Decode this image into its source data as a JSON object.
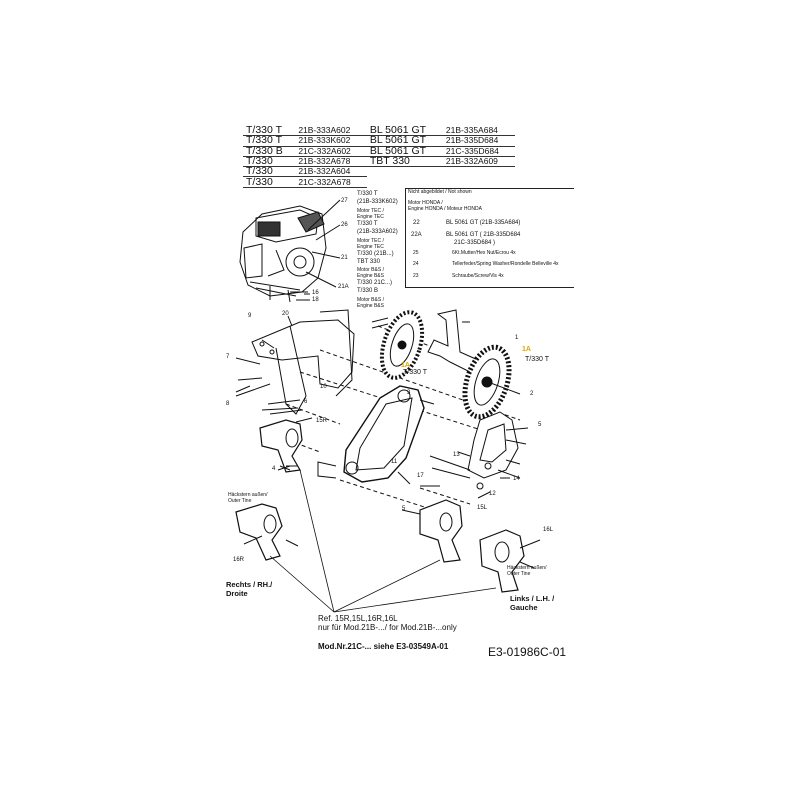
{
  "model_table": [
    {
      "model1": "T/330 T",
      "code1": "21B-333A602",
      "model2": "BL 5061 GT",
      "code2": "21B-335A684"
    },
    {
      "model1": "T/330 T",
      "code1": "21B-333K602",
      "model2": "BL 5061 GT",
      "code2": "21B-335D684"
    },
    {
      "model1": "T/330 B",
      "code1": "21C-332A602",
      "model2": "BL 5061 GT",
      "code2": "21C-335D684"
    },
    {
      "model1": "T/330",
      "code1": "21B-332A678",
      "model2": "TBT 330",
      "code2": "21B-332A609"
    },
    {
      "model1": "T/330",
      "code1": "21B-332A604",
      "model2": "",
      "code2": ""
    },
    {
      "model1": "T/330",
      "code1": "21C-332A678",
      "model2": "",
      "code2": ""
    }
  ],
  "not_shown": {
    "title": "Nicht abgebildet / Not shown",
    "motor_label_1": "Motor HONDA /",
    "motor_label_2": "Engine HONDA / Moteur HONDA",
    "rows": [
      {
        "ref": "22",
        "text": "BL 5061 GT (21B-335A684)"
      },
      {
        "ref": "22A",
        "text": "BL 5061 GT ( 21B-335D684"
      },
      {
        "ref": "",
        "text": "21C-335D684 )"
      },
      {
        "ref": "25",
        "text": "6Kt.Mutter/Hex Nut/Ecrou  4x"
      },
      {
        "ref": "24",
        "text": "Tellerfeder/Spring Washer/Rondelle Belleville  4x"
      },
      {
        "ref": "23",
        "text": "Schraube/Screw/Vis  4x"
      }
    ]
  },
  "engine_refs": [
    {
      "ref": "27",
      "lines": [
        "T/330 T",
        "(21B-333K602)",
        "Motor TEC /",
        "Engine TEC"
      ]
    },
    {
      "ref": "26",
      "lines": [
        "T/330 T",
        "(21B-333A602)",
        "Motor TEC /",
        "Engine TEC"
      ]
    },
    {
      "ref": "21",
      "lines": [
        "T/330 (21B...)",
        "TBT 330",
        "Motor B&S /",
        "Engine B&S"
      ]
    },
    {
      "ref": "21A",
      "lines": [
        "T/330 21C...)",
        "T/330 B",
        "Motor B&S /",
        "Engine B&S"
      ]
    }
  ],
  "part_numbers": {
    "n16": "16",
    "n18": "18",
    "n20": "20",
    "n9": "9",
    "n7": "7",
    "n8": "8",
    "n10": "10",
    "n6": "6",
    "n15r": "15R",
    "n4a": "4",
    "n1": "1",
    "n1a_top": "1A",
    "n1a_wheel": "1A",
    "n2": "2",
    "n3": "3",
    "n5a": "5",
    "n11": "11",
    "n13": "13",
    "n17": "17",
    "n14": "14",
    "n12": "12",
    "n15l": "15L",
    "n5b": "5",
    "n16l": "16L",
    "n16r": "16R"
  },
  "wheel_label_1": "T/330 T",
  "wheel_label_2": "T/330 T",
  "outer_tine_right_1": "Häckstern außen/",
  "outer_tine_right_2": "Outer Tine",
  "outer_tine_left_1": "Häckstern außen/",
  "outer_tine_left_2": "Outer Tine",
  "side_right_1": "Rechts / RH./",
  "side_right_2": "Droite",
  "side_left_1": "Links / L.H. /",
  "side_left_2": "Gauche",
  "ref_note_1": "Ref. 15R,15L,16R,16L",
  "ref_note_2": "nur für Mod.21B-.../ for Mod.21B-...only",
  "mod_note": "Mod.Nr.21C-... siehe E3-03549A-01",
  "drawing_code": "E3-01986C-01"
}
